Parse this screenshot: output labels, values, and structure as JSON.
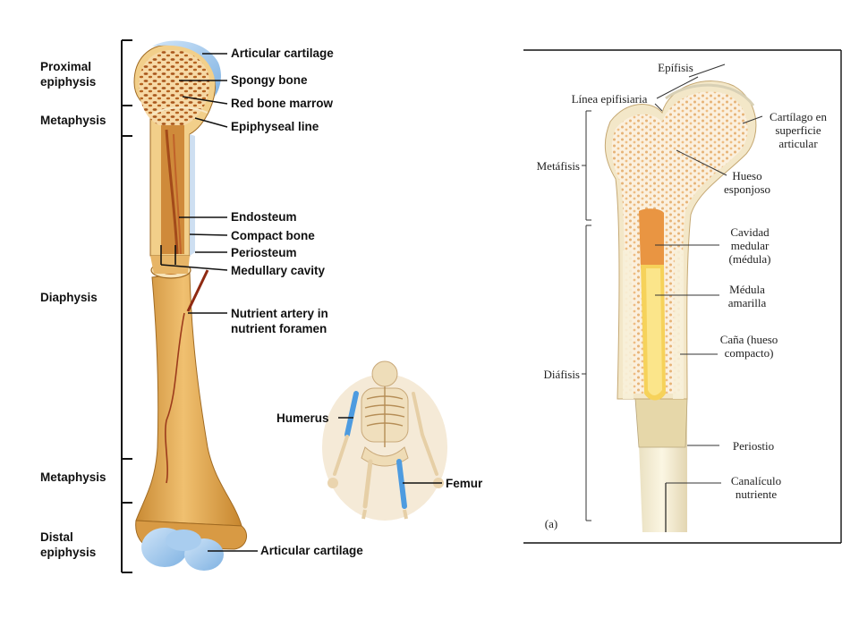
{
  "left_figure": {
    "region_labels": {
      "proximal_epiphysis": "Proximal epiphysis",
      "metaphysis_top": "Metaphysis",
      "diaphysis": "Diaphysis",
      "metaphysis_bottom": "Metaphysis",
      "distal_epiphysis": "Distal epiphysis"
    },
    "part_labels": {
      "articular_cartilage_top": "Articular cartilage",
      "spongy_bone": "Spongy  bone",
      "red_bone_marrow": "Red bone marrow",
      "epiphyseal_line": "Epiphyseal line",
      "endosteum": "Endosteum",
      "compact_bone": "Compact bone",
      "periosteum": "Periosteum",
      "medullary_cavity": "Medullary cavity",
      "nutrient_artery": "Nutrient artery in nutrient foramen",
      "articular_cartilage_bottom": "Articular cartilage"
    },
    "skeleton_labels": {
      "humerus": "Humerus",
      "femur": "Femur"
    }
  },
  "right_figure": {
    "labels": {
      "epifisis": "Epífisis",
      "linea_epifisiaria": "Línea epifisiaria",
      "cartilago": "Cartílago en superficie articular",
      "metafisis": "Metáfisis",
      "hueso_esponjoso": "Hueso esponjoso",
      "cavidad_medular": "Cavidad medular (médula)",
      "medula_amarilla": "Médula amarilla",
      "cana": "Caña (hueso compacto)",
      "diafisis": "Diáfisis",
      "periostio": "Periostio",
      "canaliculo": "Canalículo nutriente",
      "panel_letter": "(a)"
    }
  },
  "colors": {
    "bone": "#e0a347",
    "bone_dark": "#b77420",
    "cartilage": "#8fbfe8",
    "spongy": "#c8742c",
    "yellow_marrow": "#f7e07a",
    "red_marrow_orange": "#eea14e",
    "line": "#111111"
  }
}
